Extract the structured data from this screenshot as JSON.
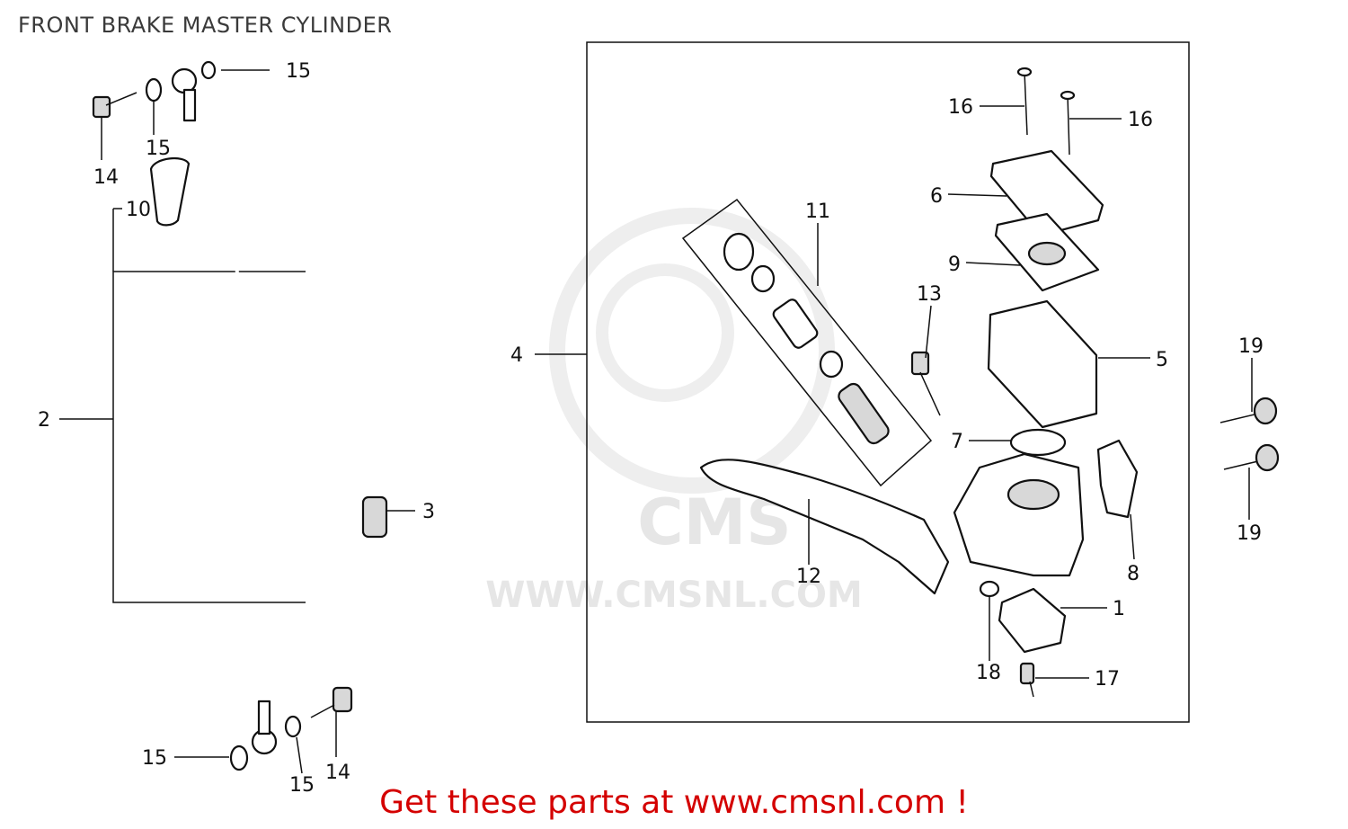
{
  "title": "FRONT BRAKE MASTER CYLINDER",
  "footer": "Get these parts at www.cmsnl.com !",
  "watermark": {
    "logo_text": "CMS",
    "url_text": "WWW.CMSNL.COM"
  },
  "callouts": {
    "c1": "1",
    "c2": "2",
    "c3": "3",
    "c4": "4",
    "c5": "5",
    "c6": "6",
    "c7": "7",
    "c8": "8",
    "c9": "9",
    "c10": "10",
    "c11": "11",
    "c12": "12",
    "c13": "13",
    "c14a": "14",
    "c14b": "14",
    "c15a": "15",
    "c15b": "15",
    "c15c": "15",
    "c15d": "15",
    "c16a": "16",
    "c16b": "16",
    "c17": "17",
    "c18": "18",
    "c19a": "19",
    "c19b": "19"
  },
  "colors": {
    "footer_text": "#d40000",
    "title_text": "#3a3a3a",
    "watermark": "#e6e6e6"
  }
}
